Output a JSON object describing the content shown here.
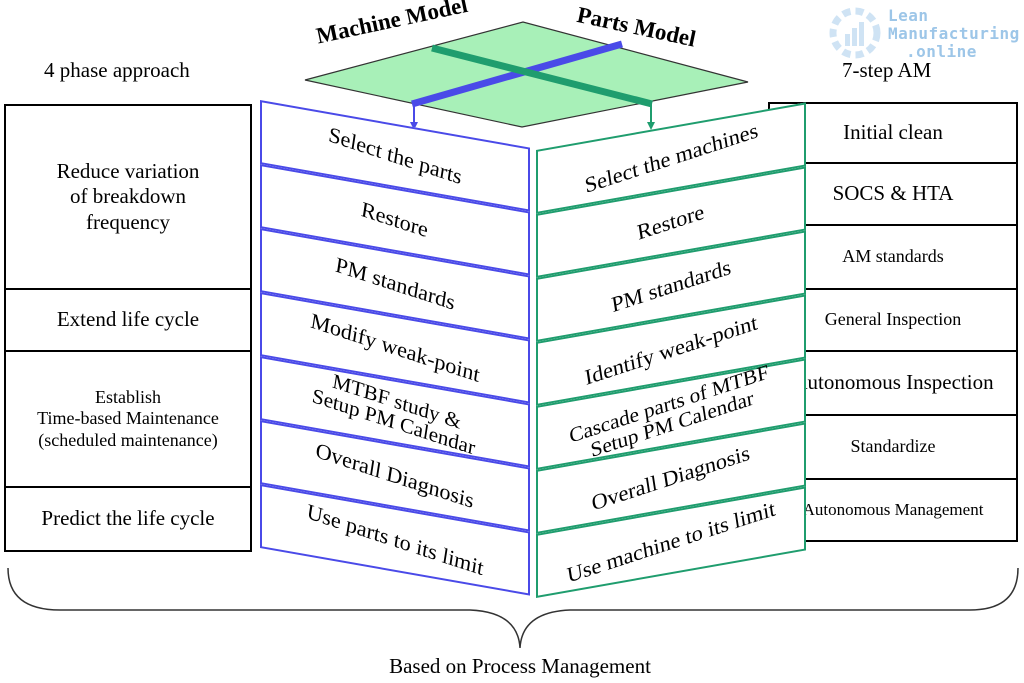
{
  "logo": {
    "line1": "Lean",
    "line2": "Manufacturing",
    "line3": ".online",
    "color": "#9dc6e8"
  },
  "left": {
    "heading": "4 phase approach",
    "boxes": [
      {
        "text": "Reduce variation\nof breakdown\nfrequency"
      },
      {
        "text": "Extend life cycle"
      },
      {
        "text": "Establish\nTime-based Maintenance\n(scheduled maintenance)"
      },
      {
        "text": "Predict the life cycle"
      }
    ]
  },
  "right": {
    "heading": "7-step AM",
    "boxes": [
      {
        "text": "Initial clean"
      },
      {
        "text": "SOCS & HTA"
      },
      {
        "text": "AM standards"
      },
      {
        "text": "General Inspection"
      },
      {
        "text": "Autonomous Inspection"
      },
      {
        "text": "Standardize"
      },
      {
        "text": "Autonomous Management"
      }
    ]
  },
  "machine_model": {
    "title": "Machine Model",
    "color": "#4a4ae8",
    "steps": [
      {
        "text": "Select the parts"
      },
      {
        "text": "Restore"
      },
      {
        "text": "PM standards"
      },
      {
        "text": "Modify weak-point"
      },
      {
        "text": "MTBF study &\nSetup PM Calendar"
      },
      {
        "text": "Overall Diagnosis"
      },
      {
        "text": "Use parts to its limit"
      }
    ]
  },
  "parts_model": {
    "title": "Parts Model",
    "color": "#1f9d6e",
    "steps": [
      {
        "text": "Select the machines"
      },
      {
        "text": "Restore"
      },
      {
        "text": "PM standards"
      },
      {
        "text": "Identify weak-point"
      },
      {
        "text": "Cascade parts of MTBF\nSetup PM Calendar"
      },
      {
        "text": "Overall Diagnosis"
      },
      {
        "text": "Use machine to its limit"
      }
    ]
  },
  "top_plane": {
    "fill": "#a8f0b8"
  },
  "footer": {
    "text": "Based on Process Management"
  }
}
